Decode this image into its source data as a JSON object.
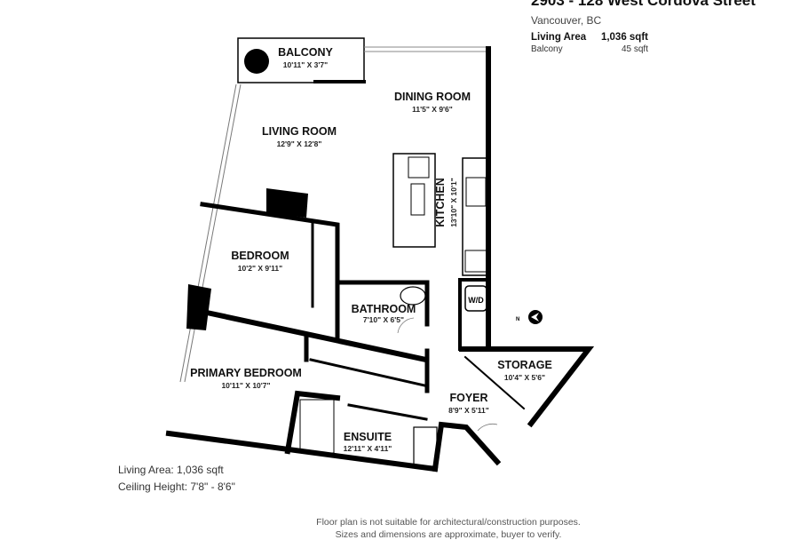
{
  "header": {
    "address": "2903 - 128 West Cordova Street",
    "city": "Vancouver, BC",
    "living_area_label": "Living Area",
    "living_area_value": "1,036 sqft",
    "balcony_label": "Balcony",
    "balcony_value": "45 sqft"
  },
  "rooms": {
    "balcony": {
      "name": "BALCONY",
      "dims": "10'11\" X 3'7\""
    },
    "dining": {
      "name": "DINING ROOM",
      "dims": "11'5\" X 9'6\""
    },
    "living": {
      "name": "LIVING ROOM",
      "dims": "12'9\" X 12'8\""
    },
    "kitchen": {
      "name": "KITCHEN",
      "dims": "13'10\" X 10'1\""
    },
    "bedroom": {
      "name": "BEDROOM",
      "dims": "10'2\" X 9'11\""
    },
    "bathroom": {
      "name": "BATHROOM",
      "dims": "7'10\" X 6'5\""
    },
    "storage": {
      "name": "STORAGE",
      "dims": "10'4\" X 5'6\""
    },
    "primary": {
      "name": "PRIMARY BEDROOM",
      "dims": "10'11\" X 10'7\""
    },
    "foyer": {
      "name": "FOYER",
      "dims": "8'9\" X 5'11\""
    },
    "ensuite": {
      "name": "ENSUITE",
      "dims": "12'11\" X 4'11\""
    }
  },
  "fixtures": {
    "washer_dryer": "W/D",
    "north": "N"
  },
  "footer": {
    "living_area": "Living Area: 1,036 sqft",
    "ceiling_height": "Ceiling Height: 7'8\" - 8'6\"",
    "disclaimer_1": "Floor plan is not suitable for architectural/construction purposes.",
    "disclaimer_2": "Sizes and dimensions are approximate, buyer to verify."
  }
}
